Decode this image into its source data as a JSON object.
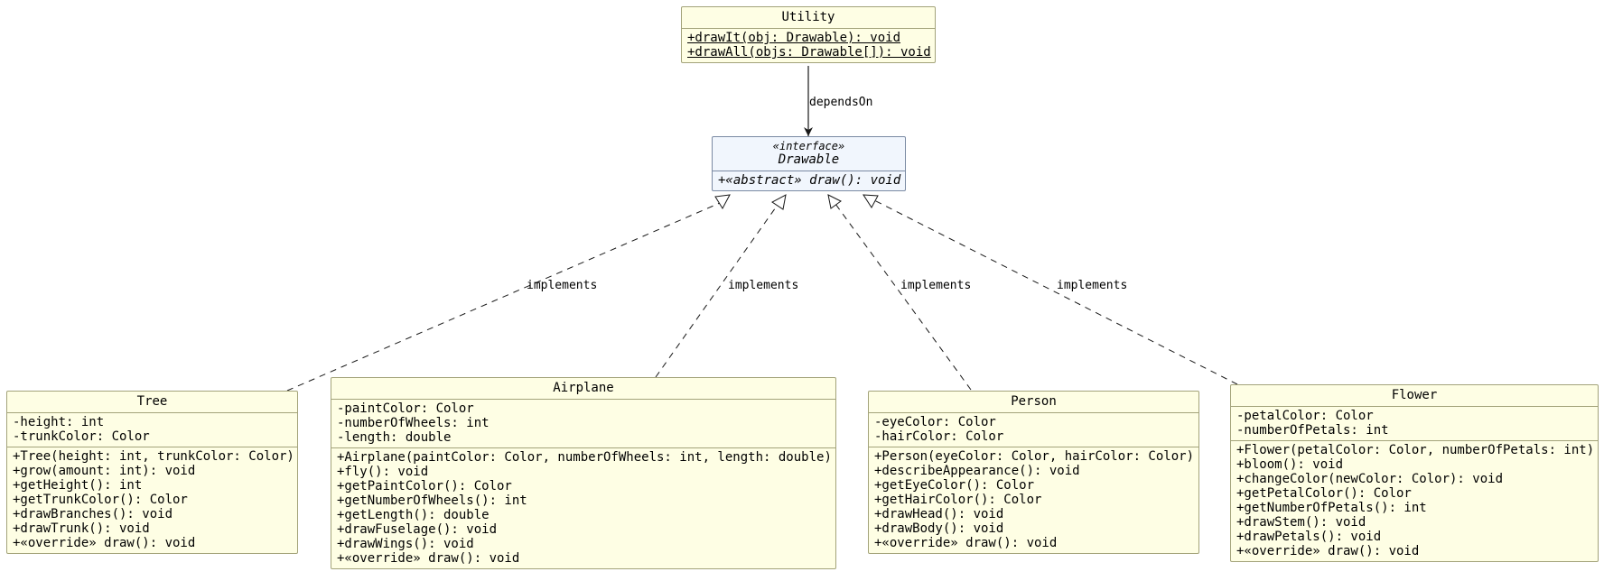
{
  "classes": {
    "utility": {
      "name": "Utility",
      "methods": [
        "+drawIt(obj: Drawable): void",
        "+drawAll(objs: Drawable[]): void"
      ]
    },
    "drawable": {
      "stereotype": "«interface»",
      "name": "Drawable",
      "methods": [
        "+«abstract» draw(): void"
      ]
    },
    "tree": {
      "name": "Tree",
      "fields": [
        "-height: int",
        "-trunkColor: Color"
      ],
      "methods": [
        "+Tree(height: int, trunkColor: Color)",
        "+grow(amount: int): void",
        "+getHeight(): int",
        "+getTrunkColor(): Color",
        "+drawBranches(): void",
        "+drawTrunk(): void",
        "+«override» draw(): void"
      ]
    },
    "airplane": {
      "name": "Airplane",
      "fields": [
        "-paintColor: Color",
        "-numberOfWheels: int",
        "-length: double"
      ],
      "methods": [
        "+Airplane(paintColor: Color, numberOfWheels: int, length: double)",
        "+fly(): void",
        "+getPaintColor(): Color",
        "+getNumberOfWheels(): int",
        "+getLength(): double",
        "+drawFuselage(): void",
        "+drawWings(): void",
        "+«override» draw(): void"
      ]
    },
    "person": {
      "name": "Person",
      "fields": [
        "-eyeColor: Color",
        "-hairColor: Color"
      ],
      "methods": [
        "+Person(eyeColor: Color, hairColor: Color)",
        "+describeAppearance(): void",
        "+getEyeColor(): Color",
        "+getHairColor(): Color",
        "+drawHead(): void",
        "+drawBody(): void",
        "+«override» draw(): void"
      ]
    },
    "flower": {
      "name": "Flower",
      "fields": [
        "-petalColor: Color",
        "-numberOfPetals: int"
      ],
      "methods": [
        "+Flower(petalColor: Color, numberOfPetals: int)",
        "+bloom(): void",
        "+changeColor(newColor: Color): void",
        "+getPetalColor(): Color",
        "+getNumberOfPetals(): int",
        "+drawStem(): void",
        "+drawPetals(): void",
        "+«override» draw(): void"
      ]
    }
  },
  "relations": {
    "depends_label": "dependsOn",
    "implements_label": "implements"
  },
  "colors": {
    "class_fill": "#fefee4",
    "class_border": "#a3a37a",
    "interface_fill": "#f1f6fd",
    "line": "#181818"
  }
}
